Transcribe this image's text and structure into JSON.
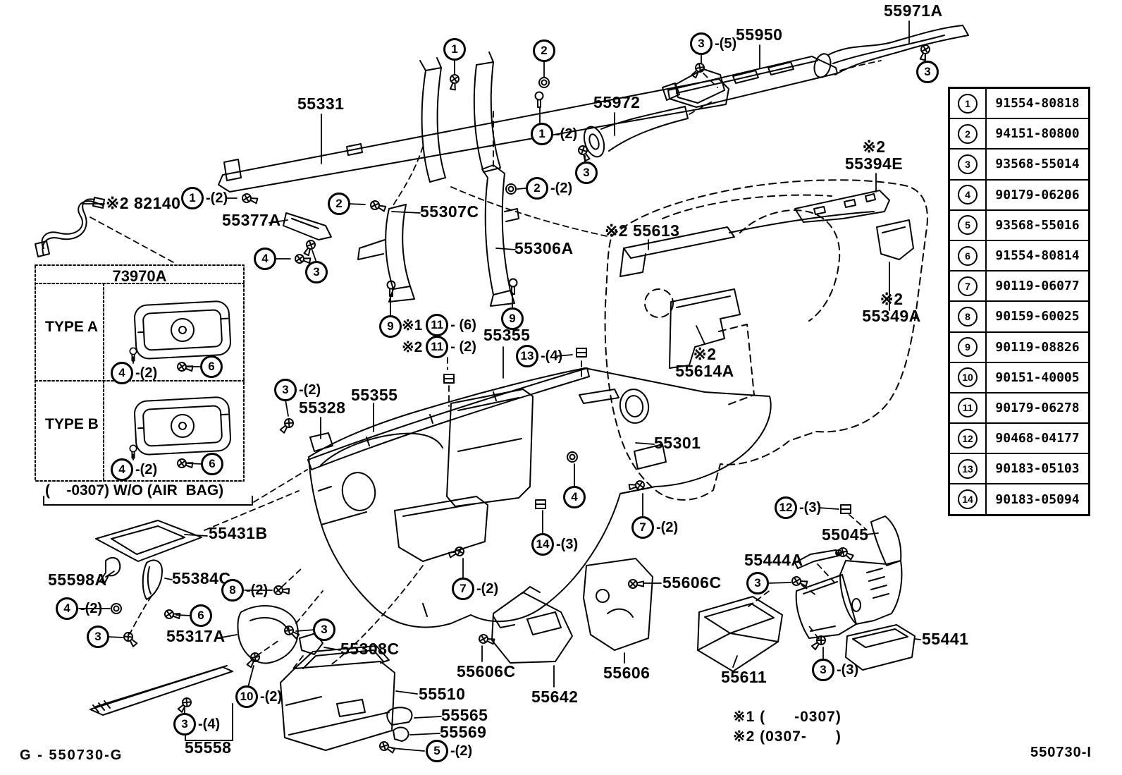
{
  "page": {
    "background": "#ffffff",
    "ink": "#000000"
  },
  "footer": {
    "left_code": "G - 550730-G",
    "right_code": "550730-I"
  },
  "notes": {
    "mark1": "※1",
    "mark2": "※2",
    "note1": "※1 (      -0307)",
    "note2": "※2 (0307-      )"
  },
  "inset": {
    "title": "73970A",
    "row_a": "TYPE A",
    "row_b": "TYPE B",
    "caption": "(    -0307) W/O (AIR  BAG)"
  },
  "callouts": {
    "n1": "1",
    "n2": "2",
    "n3": "3",
    "n4": "4",
    "n5": "5",
    "n6": "6",
    "n7": "7",
    "n8": "8",
    "n9": "9",
    "n10": "10",
    "n11": "11",
    "n12": "12",
    "n13": "13",
    "n14": "14",
    "s2": "-(2)",
    "s3": "-(3)",
    "s4": "-(4)",
    "s5": "-(5)",
    "s2sp": "- (2)",
    "s6sp": "- (6)"
  },
  "labels": {
    "l55331": "55331",
    "l55971a": "55971A",
    "l55950": "55950",
    "l55972": "55972",
    "l82140": "※2 82140",
    "l55377a": "55377A",
    "l55307c": "55307C",
    "l55306a": "55306A",
    "l55613": "※2 55613",
    "l55394e": "55394E",
    "l55349a": "55349A",
    "l55614a": "55614A",
    "l55355": "55355",
    "l55328": "55328",
    "l55301": "55301",
    "l55431b": "55431B",
    "l55598a": "55598A",
    "l55384c": "55384C",
    "l55317a": "55317A",
    "l55308c": "55308C",
    "l55510": "55510",
    "l55565": "55565",
    "l55569": "55569",
    "l55558": "55558",
    "l55642": "55642",
    "l55606": "55606",
    "l55606c": "55606C",
    "l55611": "55611",
    "l55441": "55441",
    "l55045": "55045",
    "l55444a": "55444A"
  },
  "parts_table": {
    "rows": [
      {
        "ref": "1",
        "part": "91554-80818"
      },
      {
        "ref": "2",
        "part": "94151-80800"
      },
      {
        "ref": "3",
        "part": "93568-55014"
      },
      {
        "ref": "4",
        "part": "90179-06206"
      },
      {
        "ref": "5",
        "part": "93568-55016"
      },
      {
        "ref": "6",
        "part": "91554-80814"
      },
      {
        "ref": "7",
        "part": "90119-06077"
      },
      {
        "ref": "8",
        "part": "90159-60025"
      },
      {
        "ref": "9",
        "part": "90119-08826"
      },
      {
        "ref": "10",
        "part": "90151-40005"
      },
      {
        "ref": "11",
        "part": "90179-06278"
      },
      {
        "ref": "12",
        "part": "90468-04177"
      },
      {
        "ref": "13",
        "part": "90183-05103"
      },
      {
        "ref": "14",
        "part": "90183-05094"
      }
    ]
  }
}
